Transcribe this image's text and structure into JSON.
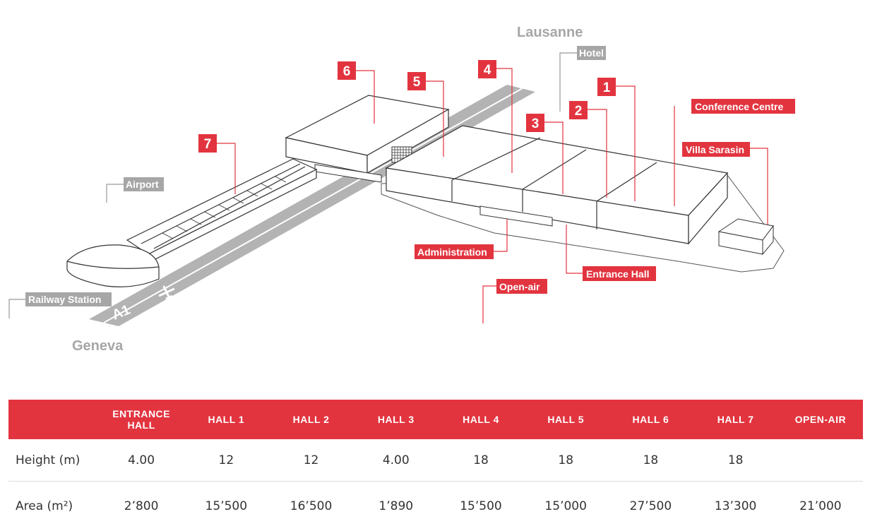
{
  "map": {
    "cities": {
      "north": "Lausanne",
      "south": "Geneva"
    },
    "highway": "A1",
    "hall_numbers": [
      "6",
      "5",
      "4",
      "3",
      "2",
      "1",
      "7"
    ],
    "labels": {
      "hotel": "Hotel",
      "conference": "Conference Centre",
      "villa": "Villa Sarasin",
      "airport": "Airport",
      "railway": "Railway Station",
      "administration": "Administration",
      "entrance_hall": "Entrance Hall",
      "open_air": "Open-air"
    },
    "colors": {
      "accent": "#e2343f",
      "grey_label": "#a6a6a6",
      "road": "#b3b3b3"
    }
  },
  "table": {
    "headers": [
      "ENTRANCE HALL",
      "HALL 1",
      "HALL 2",
      "HALL 3",
      "HALL 4",
      "HALL 5",
      "HALL 6",
      "HALL 7",
      "OPEN-AIR"
    ],
    "rows": [
      {
        "label": "Height (m)",
        "values": [
          "4.00",
          "12",
          "12",
          "4.00",
          "18",
          "18",
          "18",
          "18",
          ""
        ]
      },
      {
        "label": "Area (m²)",
        "values": [
          "2’800",
          "15’500",
          "16’500",
          "1’890",
          "15’500",
          "15’000",
          "27’500",
          "13’300",
          "21’000"
        ]
      }
    ]
  }
}
